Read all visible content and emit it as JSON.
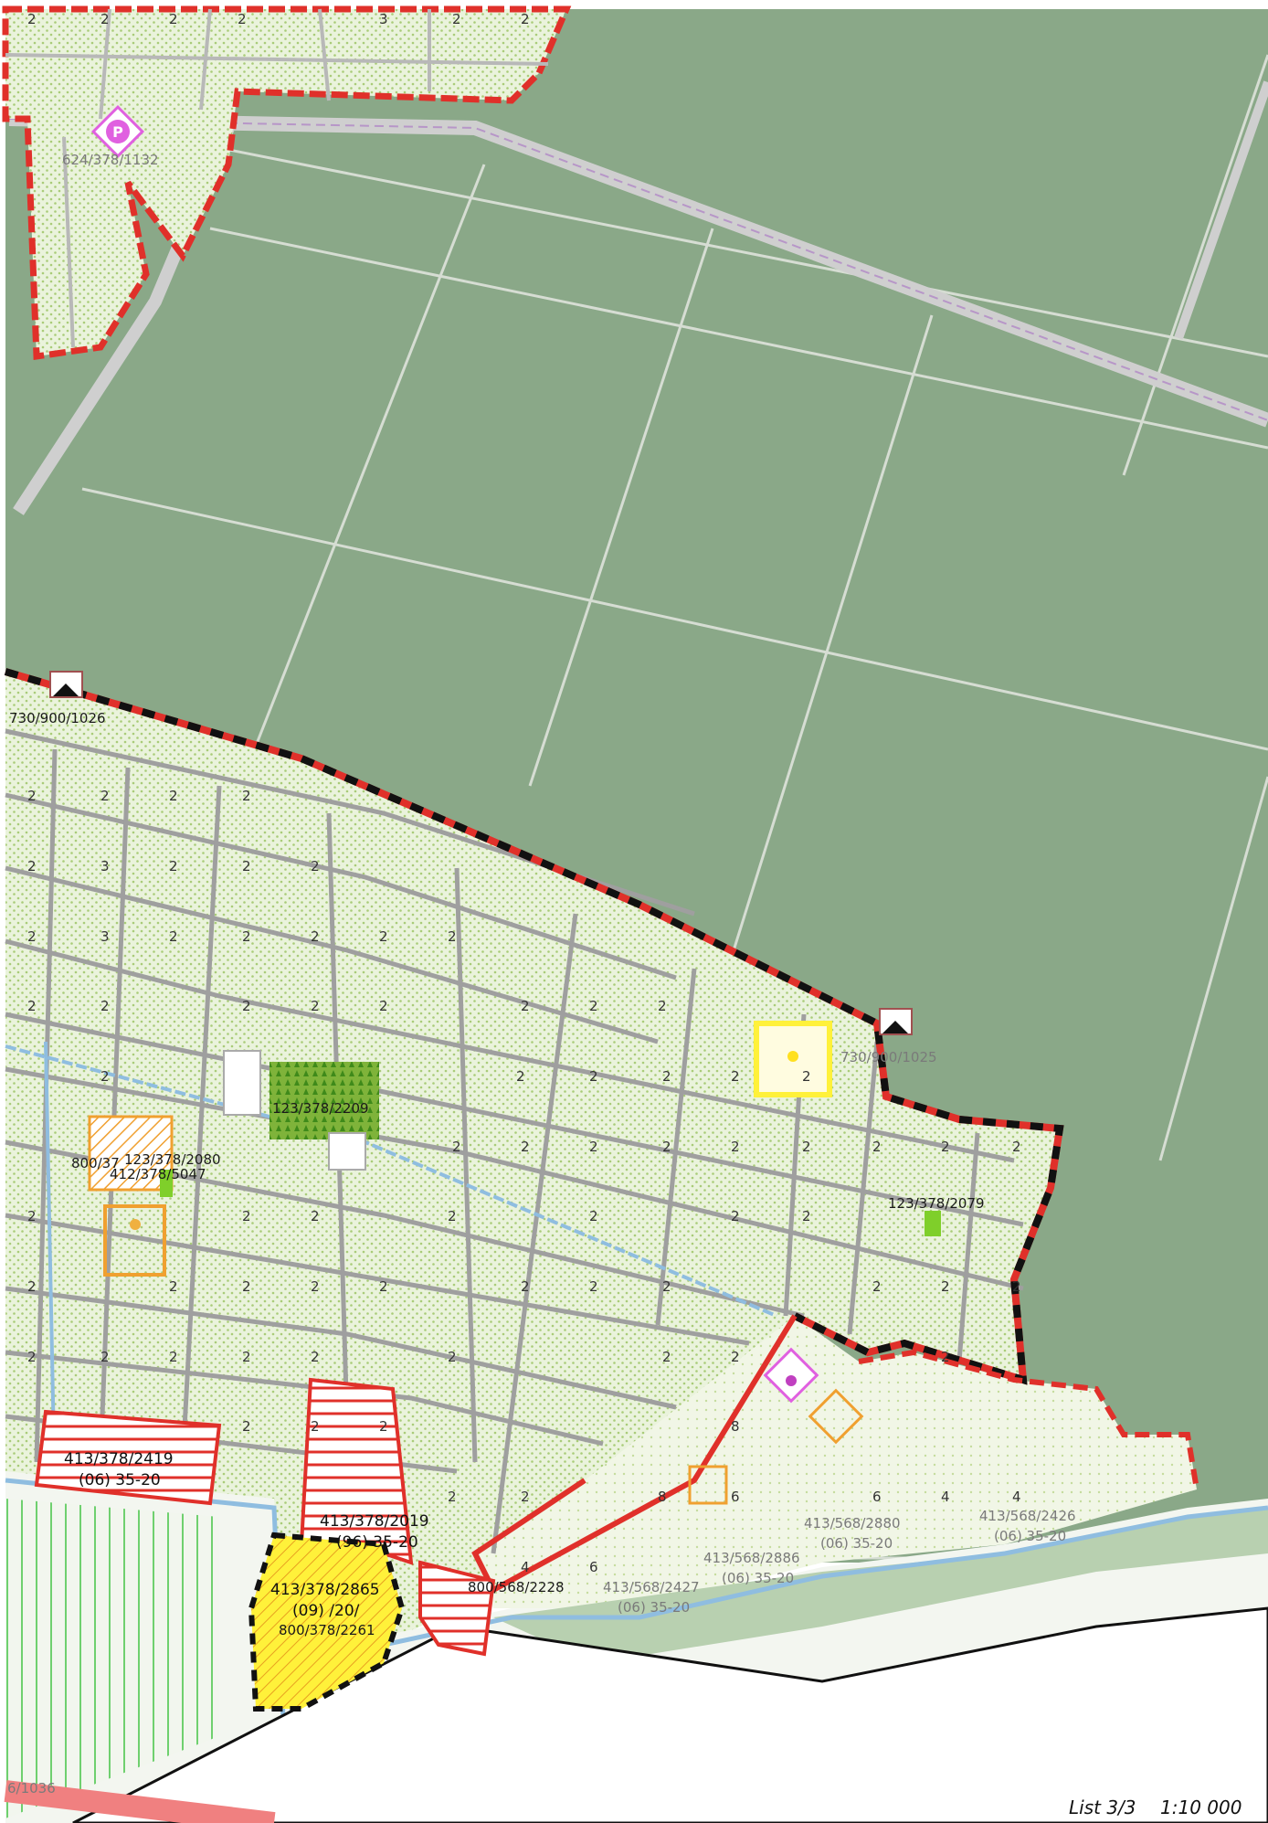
{
  "sheet": {
    "label": "List 3/3",
    "scale": "1:10 000"
  },
  "colors": {
    "agriculture": "#8aa888",
    "residential": "#e6f0d6",
    "residential_dots": "#b9d48c",
    "boundary_red": "#e0302a",
    "boundary_black": "#111111",
    "road": "#a8a8a8",
    "water": "#8fbde0",
    "forest": "#6fae2a",
    "yellow": "#fff13a",
    "orange": "#f0a030",
    "parking": "#e060e0"
  },
  "icons": {
    "parking": "parking-sign-icon",
    "building_symbol": "building-symbol-icon",
    "service": "service-diamond-icon"
  },
  "parking_label": "P",
  "labels": {
    "l01": "624/378/1132",
    "l02": "730/900/1026",
    "l03": "730/900/1025",
    "l04": "123/378/2209",
    "l05": "800/37",
    "l06": "123/378/2080",
    "l07": "412/378/5047",
    "l08": "123/378/2079",
    "l09": "413/378/2419",
    "l10": "(06) 35-20",
    "l11": "413/378/2019",
    "l12": "(96) 35-20",
    "l13": "413/378/2865",
    "l14": "(09) /20/",
    "l15": "800/378/2261",
    "l16": "800/568/2228",
    "l17": "413/568/2427",
    "l18": "(06) 35-20",
    "l19": "413/568/2886",
    "l20": "(06) 35-20",
    "l21": "413/568/2880",
    "l22": "(06) 35-20",
    "l23": "413/568/2426",
    "l24": "(06) 35-20",
    "l25": "6/1036"
  },
  "zone_digits": {
    "d2": "2",
    "d3": "3",
    "d4": "4",
    "d6": "6",
    "d8": "8"
  }
}
